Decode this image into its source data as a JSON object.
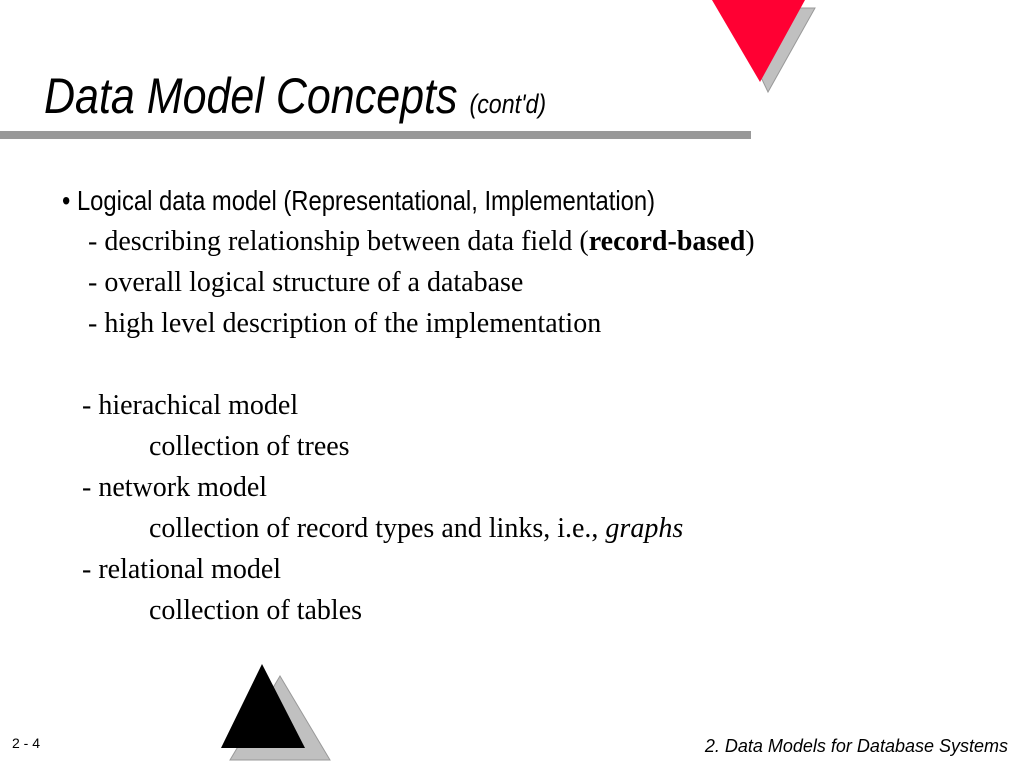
{
  "slide": {
    "title": "Data Model Concepts",
    "title_suffix": "(cont'd)",
    "bullet_heading": "• Logical data model (Representational, Implementation)",
    "line_1_pre": "- describing relationship between data field (",
    "line_1_bold": "record-based",
    "line_1_post": ")",
    "line_2": "- overall logical structure of a database",
    "line_3": "- high level description of the implementation",
    "line_4": "- hierachical model",
    "line_5": "collection of trees",
    "line_6": "- network model",
    "line_7_pre": "collection of record types and links, i.e., ",
    "line_7_italic": "graphs",
    "line_8": "- relational model",
    "line_9": "collection of tables"
  },
  "footer": {
    "page_number": "2 - 4",
    "course_title": "2. Data Models for Database Systems"
  },
  "colors": {
    "accent_red": "#ff0033",
    "shadow_gray": "#c0c0c0",
    "rule_gray": "#999999",
    "text": "#000000"
  }
}
